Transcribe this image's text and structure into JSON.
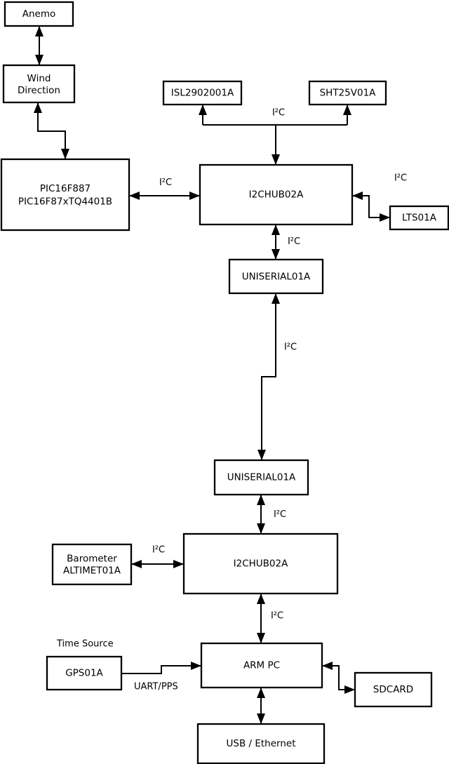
{
  "diagram": {
    "background": "#ffffff",
    "stroke_color": "#000000",
    "text_color": "#000000",
    "nodes": {
      "anemo": {
        "label": "Anemo"
      },
      "wind_direction": {
        "line1": "Wind",
        "line2": "Direction"
      },
      "pic": {
        "line1": "PIC16F887",
        "line2": "PIC16F87xTQ4401B"
      },
      "isl": {
        "label": "ISL2902001A"
      },
      "sht": {
        "label": "SHT25V01A"
      },
      "i2c_hub_top": {
        "label": "I2CHUB02A"
      },
      "lts": {
        "label": "LTS01A"
      },
      "uniserial_top": {
        "label": "UNISERIAL01A"
      },
      "uniserial_bottom": {
        "label": "UNISERIAL01A"
      },
      "i2c_hub_bottom": {
        "label": "I2CHUB02A"
      },
      "barometer": {
        "line1": "Barometer",
        "line2": "ALTIMET01A"
      },
      "arm_pc": {
        "label": "ARM PC"
      },
      "gps": {
        "label": "GPS01A"
      },
      "sdcard": {
        "label": "SDCARD"
      },
      "usb_ethernet": {
        "label": "USB / Ethernet"
      }
    },
    "labels": {
      "i2c_pic_hub": "I²C",
      "i2c_sensor_branch": "I²C",
      "i2c_hub_lts": "I²C",
      "i2c_hub_uniserial": "I²C",
      "i2c_uniserial_link": "I²C",
      "i2c_uniserial_hub2": "I²C",
      "i2c_barometer_hub2": "I²C",
      "i2c_hub2_armpc": "I²C",
      "time_source": "Time Source",
      "uart_pps": "UART/PPS"
    }
  }
}
